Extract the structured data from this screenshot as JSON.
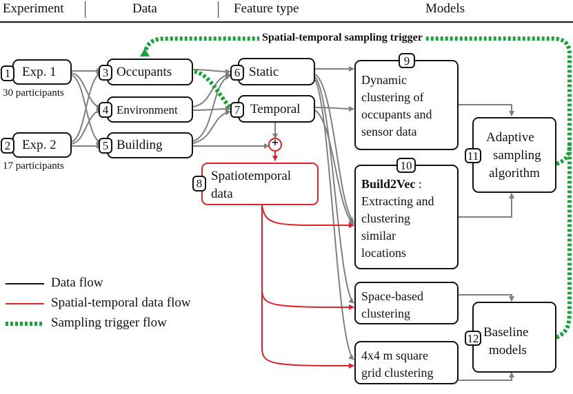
{
  "headers": {
    "experiment": "Experiment",
    "data": "Data",
    "feature_type": "Feature type",
    "models": "Models"
  },
  "experiments": [
    {
      "num": "1",
      "label": "Exp. 1",
      "participants": "30 participants"
    },
    {
      "num": "2",
      "label": "Exp. 2",
      "participants": "17 participants"
    }
  ],
  "data_nodes": [
    {
      "num": "3",
      "label": "Occupants"
    },
    {
      "num": "4",
      "label": "Environment"
    },
    {
      "num": "5",
      "label": "Building"
    }
  ],
  "feature_nodes": [
    {
      "num": "6",
      "label": "Static"
    },
    {
      "num": "7",
      "label": "Temporal"
    }
  ],
  "spatiotemporal": {
    "num": "8",
    "line1": "Spatiotemporal",
    "line2": "data"
  },
  "merge_symbol": "+",
  "models": {
    "dynamic": {
      "num": "9",
      "lines": [
        "Dynamic",
        "clustering of",
        "occupants and",
        "sensor data"
      ]
    },
    "build2vec": {
      "num": "10",
      "title": "Build2Vec",
      "title_suffix": " :",
      "lines": [
        "Extracting and",
        "clustering",
        "similar",
        "locations"
      ]
    },
    "space": {
      "lines": [
        "Space-based",
        "clustering"
      ]
    },
    "grid": {
      "lines": [
        "4x4 m square",
        "grid clustering"
      ]
    },
    "adaptive": {
      "num": "11",
      "lines": [
        "Adaptive",
        "sampling",
        "algorithm"
      ]
    },
    "baseline": {
      "num": "12",
      "lines": [
        "Baseline",
        "models"
      ]
    }
  },
  "trigger_label": "Spatial-temporal sampling trigger",
  "legend": [
    {
      "label": "Data flow",
      "color": "#111111",
      "style": "solid"
    },
    {
      "label": "Spatial-temporal data flow",
      "color": "#e0202a",
      "style": "solid"
    },
    {
      "label": "Sampling trigger flow",
      "color": "#1aa33c",
      "style": "dashed"
    }
  ]
}
